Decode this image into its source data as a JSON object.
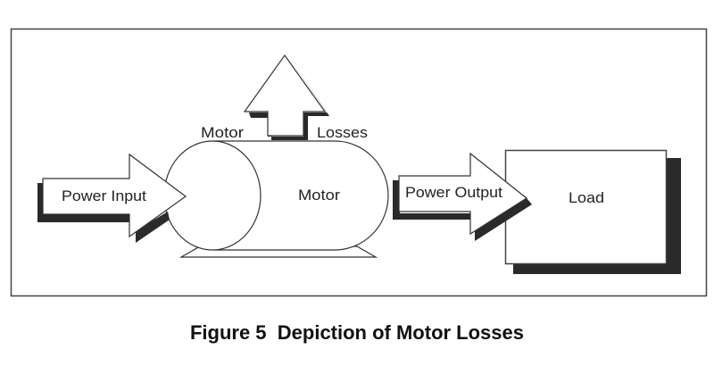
{
  "figure": {
    "caption": "Figure 5  Depiction of Motor Losses"
  },
  "labels": {
    "motor_losses_left": "Motor",
    "motor_losses_right": "Losses",
    "motor_body": "Motor",
    "power_input": "Power Input",
    "power_output": "Power Output",
    "load": "Load"
  },
  "colors": {
    "stroke": "#333333",
    "shadow": "#2a2a2a",
    "fill": "#ffffff",
    "text": "#222222"
  }
}
